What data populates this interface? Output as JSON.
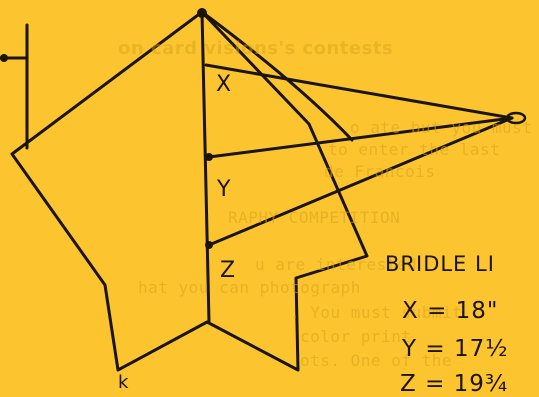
{
  "background_color": "#fcc52f",
  "ink_color": "#1b140a",
  "ghost_text_color": "#d6a21a",
  "bleed_through": {
    "headline": "on card visions's contests",
    "lines": [
      "o ate but you must",
      "to enter the last",
      "de Francois",
      "RAPHY COMPETITION",
      "u are interested",
      "hat you can photograph",
      ". You must submit",
      "color print",
      "ots. One of the"
    ]
  },
  "diagram": {
    "point_labels": {
      "x": "X",
      "y": "Y",
      "z": "Z",
      "bottom_left": "k"
    },
    "notes": {
      "title": "BRIDLE LI",
      "x_length": "X = 18\"",
      "y_length": "Y = 17½",
      "z_length": "Z = 19¾"
    }
  }
}
